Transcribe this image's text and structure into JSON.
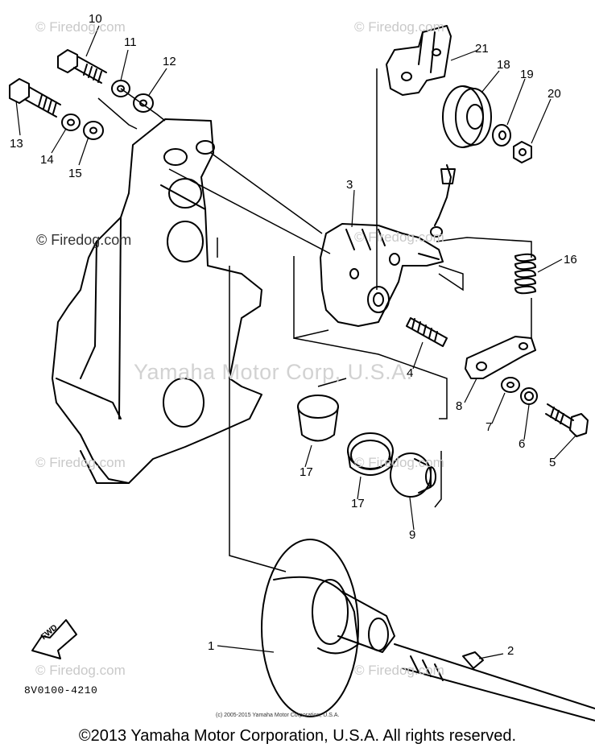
{
  "watermarks": {
    "firedog": "© Firedog.com",
    "yamaha": "Yamaha Motor Corp, U.S.A."
  },
  "callouts": {
    "p1": "1",
    "p2": "2",
    "p3": "3",
    "p4": "4",
    "p5": "5",
    "p6": "6",
    "p7": "7",
    "p8": "8",
    "p9": "9",
    "p10": "10",
    "p11": "11",
    "p12": "12",
    "p13": "13",
    "p14": "14",
    "p15": "15",
    "p16": "16",
    "p17a": "17",
    "p17b": "17",
    "p18": "18",
    "p19": "19",
    "p20": "20",
    "p21": "21"
  },
  "front_arrow_label": "FWD",
  "part_number": "8V0100-4210",
  "small_copyright": "(c) 2005-2015 Yamaha Motor Corporation, U.S.A.",
  "footer": "©2013 Yamaha Motor Corporation, U.S.A. All rights reserved."
}
